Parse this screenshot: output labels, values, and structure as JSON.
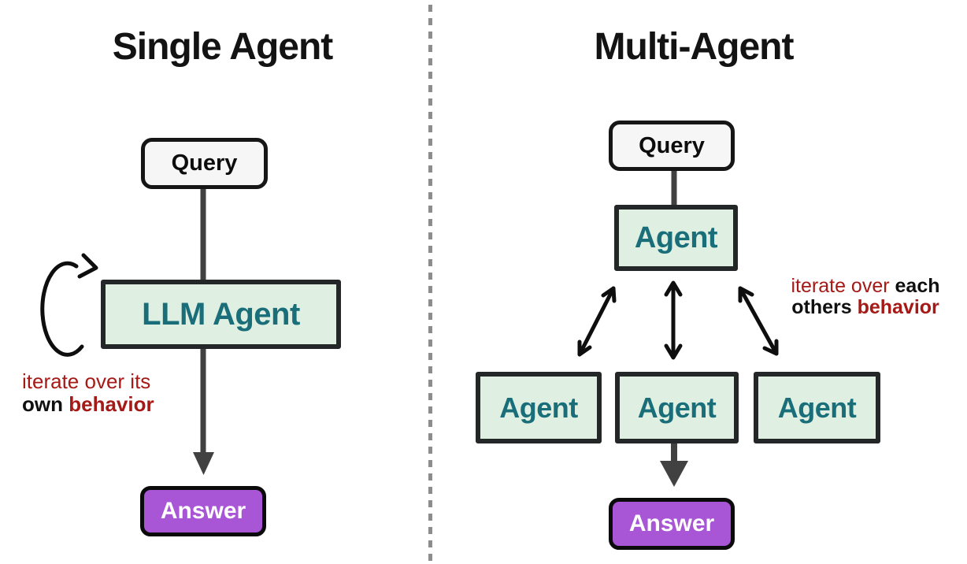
{
  "single": {
    "title": "Single Agent",
    "query_label": "Query",
    "agent_label": "LLM Agent",
    "answer_label": "Answer",
    "note": {
      "line1": "iterate over its",
      "line2_black": "own",
      "line2_red": "behavior"
    }
  },
  "multi": {
    "title": "Multi-Agent",
    "query_label": "Query",
    "coordinator_label": "Agent",
    "workers": [
      {
        "label": "Agent"
      },
      {
        "label": "Agent"
      },
      {
        "label": "Agent"
      }
    ],
    "answer_label": "Answer",
    "note": {
      "line1_red": "iterate over",
      "line1_black": "each",
      "line2_black": "others",
      "line2_red": "behavior"
    }
  },
  "colors": {
    "box-green": "#dff0e2",
    "teal": "#196e79",
    "purple": "#a855d6",
    "red": "#a51a17",
    "dark-border": "#232727",
    "arrow-gray": "#414141",
    "divider-gray": "#8d8d8d",
    "query-bg": "#f6f6f6",
    "ink": "#131313"
  }
}
